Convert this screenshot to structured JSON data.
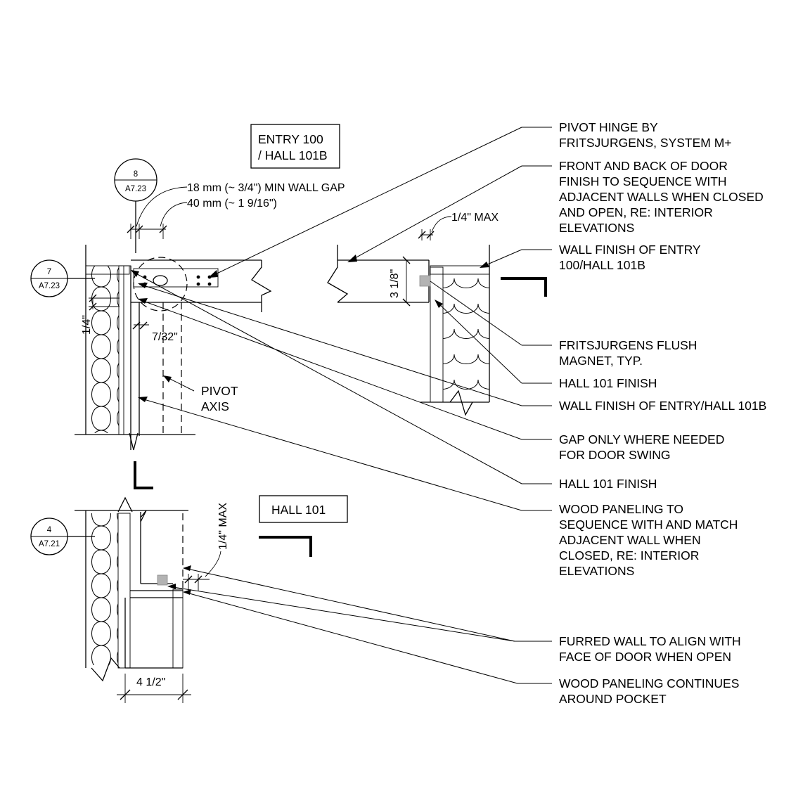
{
  "rooms": {
    "entry_line1": "ENTRY 100",
    "entry_line2": "/ HALL 101B",
    "hall": "HALL 101"
  },
  "section_tags": [
    {
      "number": "8",
      "sheet": "A7.23"
    },
    {
      "number": "7",
      "sheet": "A7.23"
    },
    {
      "number": "4",
      "sheet": "A7.21"
    }
  ],
  "dimensions": {
    "min_wall_gap": "18 mm (~ 3/4\") MIN WALL GAP",
    "forty_mm": "40 mm (~ 1 9/16\")",
    "quarter_max_top": "1/4\" MAX",
    "quarter_max_bottom": "1/4\" MAX",
    "quarter_inch": "1/4\"",
    "seven_32": "7/32\"",
    "three_1_8": "3 1/8\"",
    "four_half": "4 1/2\"",
    "pivot_axis_1": "PIVOT",
    "pivot_axis_2": "AXIS"
  },
  "callouts": [
    [
      "PIVOT HINGE BY",
      "FRITSJURGENS, SYSTEM M+"
    ],
    [
      "FRONT AND BACK OF DOOR",
      "FINISH TO SEQUENCE WITH",
      "ADJACENT WALLS WHEN CLOSED",
      "AND OPEN, RE: INTERIOR",
      "ELEVATIONS"
    ],
    [
      "WALL FINISH OF ENTRY",
      "100/HALL 101B"
    ],
    [
      "FRITSJURGENS FLUSH",
      "MAGNET, TYP."
    ],
    [
      "HALL 101 FINISH"
    ],
    [
      "WALL FINISH OF ENTRY/HALL 101B"
    ],
    [
      "GAP ONLY WHERE NEEDED",
      "FOR DOOR SWING"
    ],
    [
      "HALL 101 FINISH"
    ],
    [
      "WOOD PANELING TO",
      "SEQUENCE WITH AND MATCH",
      "ADJACENT WALL WHEN",
      "CLOSED, RE: INTERIOR",
      "ELEVATIONS"
    ],
    [
      "FURRED WALL TO ALIGN WITH",
      "FACE OF DOOR WHEN OPEN"
    ],
    [
      "WOOD PANELING CONTINUES",
      "AROUND POCKET"
    ]
  ]
}
